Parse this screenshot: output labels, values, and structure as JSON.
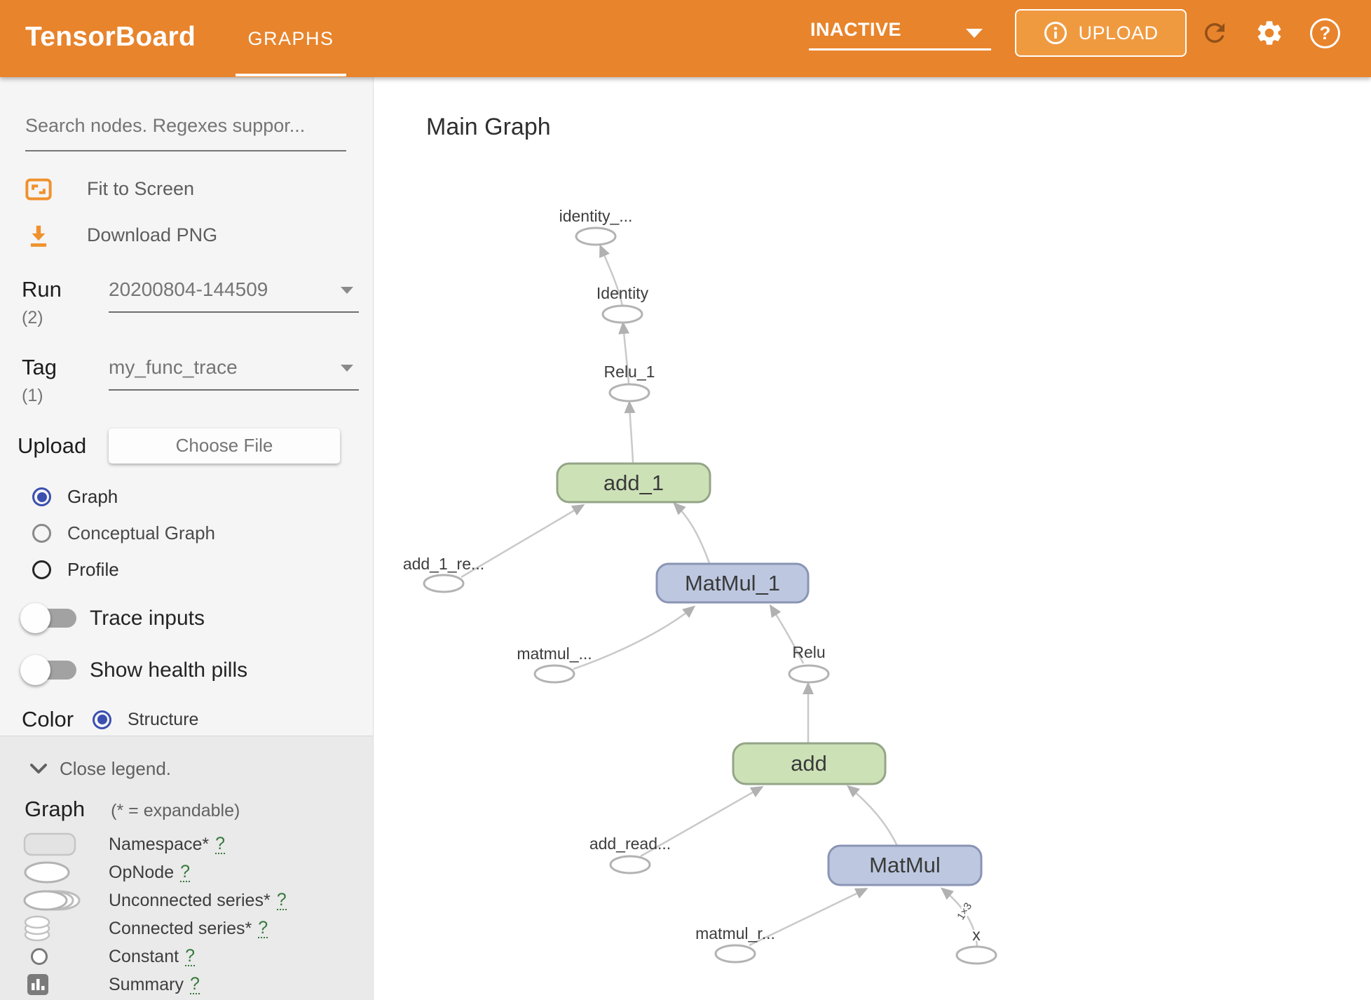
{
  "header": {
    "app_title": "TensorBoard",
    "active_tab": "GRAPHS",
    "status": {
      "value": "INACTIVE"
    },
    "upload": {
      "label": "UPLOAD"
    },
    "help_glyph": "?"
  },
  "sidebar": {
    "search": {
      "placeholder": "Search nodes. Regexes suppor..."
    },
    "tools": [
      {
        "label": "Fit to Screen"
      },
      {
        "label": "Download PNG"
      }
    ],
    "run": {
      "label": "Run",
      "count": "(2)",
      "value": "20200804-144509"
    },
    "tag": {
      "label": "Tag",
      "count": "(1)",
      "value": "my_func_trace"
    },
    "upload": {
      "label": "Upload",
      "button_label": "Choose File"
    },
    "views": [
      {
        "label": "Graph",
        "selected": true
      },
      {
        "label": "Conceptual Graph",
        "selected": false
      },
      {
        "label": "Profile",
        "selected": false
      }
    ],
    "toggles": [
      {
        "label": "Trace inputs",
        "on": false
      },
      {
        "label": "Show health pills",
        "on": false
      }
    ],
    "color_by": {
      "label": "Color",
      "option": "Structure",
      "selected": true
    },
    "legend": {
      "collapse_label": "Close legend.",
      "heading": "Graph",
      "heading_note": "(* = expandable)",
      "items": [
        {
          "label": "Namespace*",
          "help": "?"
        },
        {
          "label": "OpNode",
          "help": "?"
        },
        {
          "label": "Unconnected series*",
          "help": "?"
        },
        {
          "label": "Connected series*",
          "help": "?"
        },
        {
          "label": "Constant",
          "help": "?"
        },
        {
          "label": "Summary",
          "help": "?"
        }
      ]
    }
  },
  "main": {
    "title": "Main Graph"
  },
  "graph": {
    "blocks": {
      "add_1": "add_1",
      "matmul_1": "MatMul_1",
      "add": "add",
      "matmul": "MatMul"
    },
    "ops": {
      "identity_out": "identity_...",
      "identity": "Identity",
      "relu_1": "Relu_1",
      "add_1_read": "add_1_re...",
      "matmul_1_read": "matmul_...",
      "relu": "Relu",
      "add_read": "add_read...",
      "matmul_read": "matmul_r...",
      "x": "x"
    },
    "edge_label": "1×3"
  },
  "colors": {
    "header_bg": "#e8842c",
    "upload_btn_bg": "#f09a40",
    "icon_orange": "#f0912d",
    "radio_blue": "#3b4fb0",
    "link_green": "#35793b",
    "node_green": "#cde1b7",
    "node_green_border": "#94a587",
    "node_blue": "#bdc8e0",
    "node_blue_border": "#8a94b4",
    "edge_gray": "#c9c9c9",
    "arrow_gray": "#b1b1b1"
  }
}
